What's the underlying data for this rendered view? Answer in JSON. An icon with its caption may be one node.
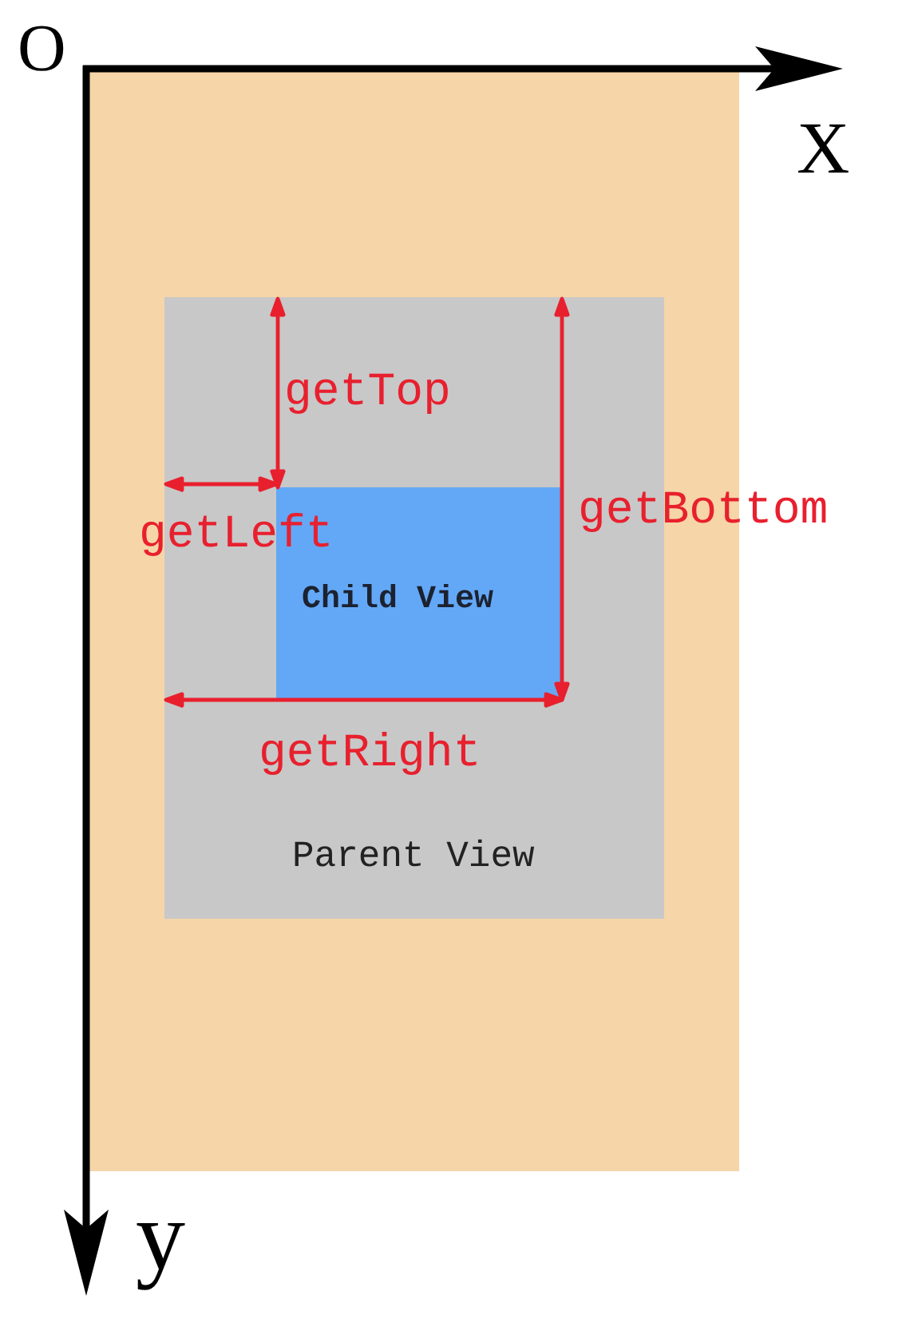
{
  "diagram": {
    "nodes": [
      {
        "text": [],
        "shape": "box"
      },
      {
        "text": [
          "Parent View"
        ],
        "in": 0
      },
      {
        "text": [
          "Child View"
        ],
        "in": 1
      }
    ],
    "labels": [
      "O",
      "X",
      "getTop",
      "getBottom",
      "getLeft",
      "getRight",
      "y"
    ]
  }
}
